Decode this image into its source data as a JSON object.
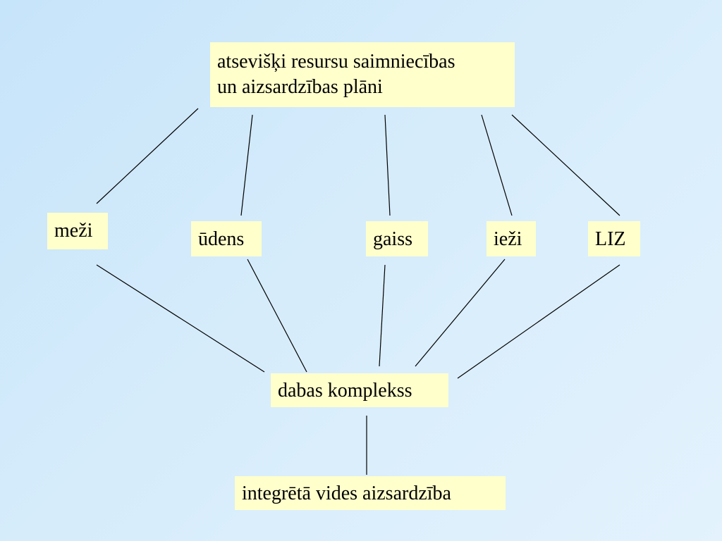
{
  "diagram": {
    "top_box": {
      "line1": "atsevišķi resursu saimniecības",
      "line2": "un aizsardzības plāni"
    },
    "resources": {
      "mezi": "meži",
      "udens": "ūdens",
      "gaiss": "gaiss",
      "iezi": "ieži",
      "liz": "LIZ"
    },
    "complex": "dabas komplekss",
    "result": "integrētā vides aizsardzība"
  },
  "colors": {
    "box_fill": "#ffffcc",
    "background_start": "#c6e4fa",
    "background_end": "#e3f2fd",
    "line": "#000000"
  }
}
